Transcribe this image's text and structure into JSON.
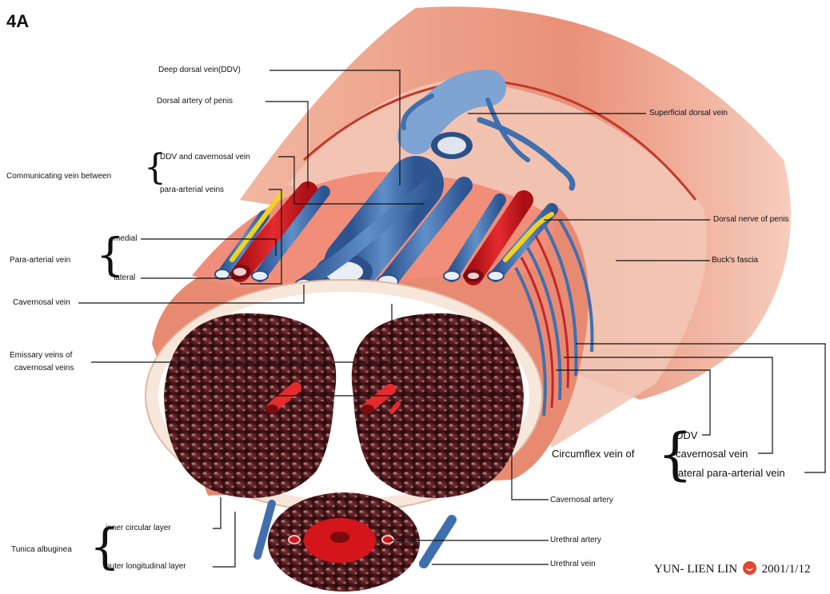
{
  "figure_label": "4A",
  "labels": {
    "ddv": "Deep dorsal vein(DDV)",
    "dorsal_artery": "Dorsal artery of penis",
    "superficial_dorsal_vein": "Superficial dorsal vein",
    "communicating_vein_between": "Communicating vein between",
    "ddv_and_cavernosal_vein": "DDV and cavernosal vein",
    "para_arterial_veins": "para-arterial veins",
    "dorsal_nerve": "Dorsal nerve of penis",
    "para_arterial_vein": "Para-arterial vein",
    "medial": "medial",
    "lateral": "lateral",
    "bucks_fascia": "Buck's fascia",
    "cavernosal_vein": "Cavernosal vein",
    "emissary_line1": "Emissary veins of",
    "emissary_line2": "cavernosal veins",
    "circumflex_vein_of": "Circumflex vein of",
    "circ_ddv": "DDV",
    "circ_cavernosal_vein": "cavernosal vein",
    "circ_lateral_para_arterial_vein": "lateral para-arterial vein",
    "cavernosal_artery": "Cavernosal artery",
    "tunica_albuginea": "Tunica albuginea",
    "inner_circular_layer": "inner circular layer",
    "outer_longitudinal_layer": "outer longitudinal layer",
    "urethral_artery": "Urethral artery",
    "urethral_vein": "Urethral vein"
  },
  "signature": {
    "name": "YUN- LIEN LIN",
    "date": "2001/1/12"
  },
  "colors": {
    "skin": "#e8a088",
    "skin_light": "#f7d9cc",
    "artery": "#d4151b",
    "vein": "#3f6fae",
    "vein_light": "#9fbede",
    "nerve": "#f0d320",
    "erectile_tissue": "#5b1f22",
    "tunica": "#f6e7da"
  }
}
